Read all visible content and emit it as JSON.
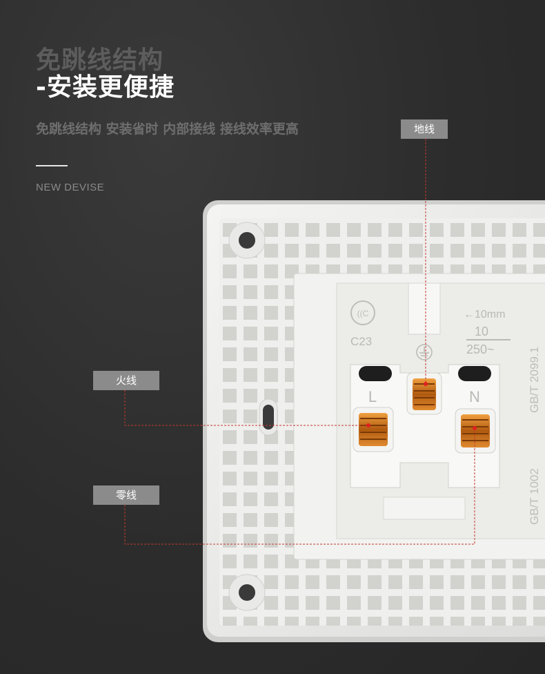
{
  "heading": {
    "line1": "免跳线结构",
    "line2": "-安装更便捷"
  },
  "subtitle": "免跳线结构 安装省时 内部接线 接线效率更高",
  "english_label": "NEW  DEVISE",
  "wire_tags": {
    "ground": "地线",
    "live": "火线",
    "neutral": "零线"
  },
  "socket_markings": {
    "cert": "C23",
    "measure": "←10mm",
    "rating_top": "10",
    "rating_bottom": "250~",
    "standard_1": "GB/T 2099.1",
    "standard_2": "GB/T 1002",
    "terminal_live": "L",
    "terminal_neutral": "N"
  },
  "colors": {
    "background": "#2c2c2c",
    "title_primary": "#ffffff",
    "title_secondary": "#5d5d5d",
    "tag_bg": "#8b8b8b",
    "guide_line": "#c0392b",
    "terminal_copper": "#d9822b"
  }
}
